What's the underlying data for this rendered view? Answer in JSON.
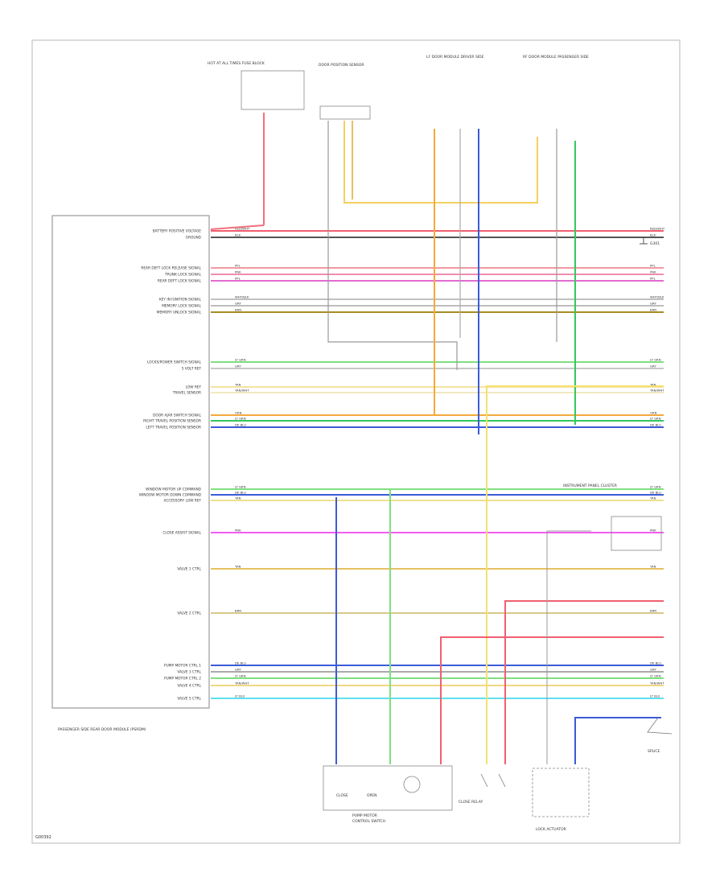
{
  "diagram": {
    "footer_code": "G00392",
    "module_title": "PASSENGER SIDE REAR DOOR MODULE (PSRDM)",
    "module_pins": [
      {
        "label": "BATTERY POSITIVE VOLTAGE",
        "wire": "RED/WHT",
        "color": "#f06070"
      },
      {
        "label": "GROUND",
        "wire": "BLK",
        "color": "#555555"
      },
      {
        "label": "REAR DEFT LOCK RELEASE SIGNAL",
        "wire": "PPL",
        "color": "#f09aa0"
      },
      {
        "label": "TRUNK LOCK SIGNAL",
        "wire": "PNK",
        "color": "#f08cb0"
      },
      {
        "label": "REAR DEFT LOCK SIGNAL",
        "wire": "PPL",
        "color": "#e36bd0"
      },
      {
        "label": "KEY IN IGNITION SIGNAL",
        "wire": "WHT/BLK",
        "color": "#c0c0c0"
      },
      {
        "label": "MEMORY LOCK SIGNAL",
        "wire": "GRY",
        "color": "#bdbdbd"
      },
      {
        "label": "MEMORY UNLOCK SIGNAL",
        "wire": "BRN",
        "color": "#a88c20"
      },
      {
        "label": "LOCKS/POWER SWITCH SIGNAL",
        "wire": "LT GRN",
        "color": "#7fe07f"
      },
      {
        "label": "5 VOLT REF",
        "wire": "GRY",
        "color": "#c8c8c8"
      },
      {
        "label": "LOW REF",
        "wire": "TAN",
        "color": "#f4e3a0"
      },
      {
        "label": "TRAVEL SENSOR",
        "wire": "TAN/WHT",
        "color": "#f0e8c0"
      },
      {
        "label": "DOOR AJAR SWITCH SIGNAL",
        "wire": "ORN",
        "color": "#f5a93b"
      },
      {
        "label": "RIGHT TRAVEL POSITION SENSOR",
        "wire": "LT GRN",
        "color": "#33c95a"
      },
      {
        "label": "LEFT TRAVEL POSITION SENSOR",
        "wire": "DK BLU",
        "color": "#3b5bd8"
      },
      {
        "label": "WINDOW MOTOR UP COMMAND",
        "wire": "LT GRN",
        "color": "#7fe07f"
      },
      {
        "label": "WINDOW MOTOR DOWN COMMAND",
        "wire": "DK BLU",
        "color": "#3b5bd8"
      },
      {
        "label": "ACCESSORY LOW REF",
        "wire": "TAN",
        "color": "#f0e090"
      },
      {
        "label": "CLOSE ASSIST SIGNAL",
        "wire": "PNK",
        "color": "#f25cf2"
      },
      {
        "label": "VALVE 1 CTRL",
        "wire": "TAN",
        "color": "#e8c060"
      },
      {
        "label": "VALVE 2 CTRL",
        "wire": "BRN",
        "color": "#d8c888"
      },
      {
        "label": "PUMP MOTOR CTRL 1",
        "wire": "DK BLU",
        "color": "#3b5bd8"
      },
      {
        "label": "VALVE 3 CTRL",
        "wire": "GRY",
        "color": "#aaaaaa"
      },
      {
        "label": "PUMP MOTOR CTRL 2",
        "wire": "LT GRN",
        "color": "#7fe07f"
      },
      {
        "label": "VALVE 4 CTRL",
        "wire": "TAN/WHT",
        "color": "#f0d880"
      },
      {
        "label": "VALVE 5 CTRL",
        "wire": "LT BLU",
        "color": "#5fe0f0"
      }
    ],
    "right_ground_label": "G301",
    "components": {
      "fuse_block": "HOT AT ALL TIMES FUSE BLOCK",
      "position_sensor": "DOOR POSITION SENSOR",
      "lf_door_module": "LF DOOR MODULE DRIVER SIDE",
      "rf_door_module": "RF DOOR MODULE PASSENGER SIDE",
      "instrument_panel": "INSTRUMENT PANEL CLUSTER",
      "pump_motor": "PUMP MOTOR",
      "control_switch": "CONTROL SWITCH",
      "close_relay": "CLOSE RELAY",
      "lock_actuator": "LOCK ACTUATOR",
      "splice": "SPLICE"
    },
    "switch_labels": [
      "CLOSE",
      "OPEN"
    ]
  }
}
